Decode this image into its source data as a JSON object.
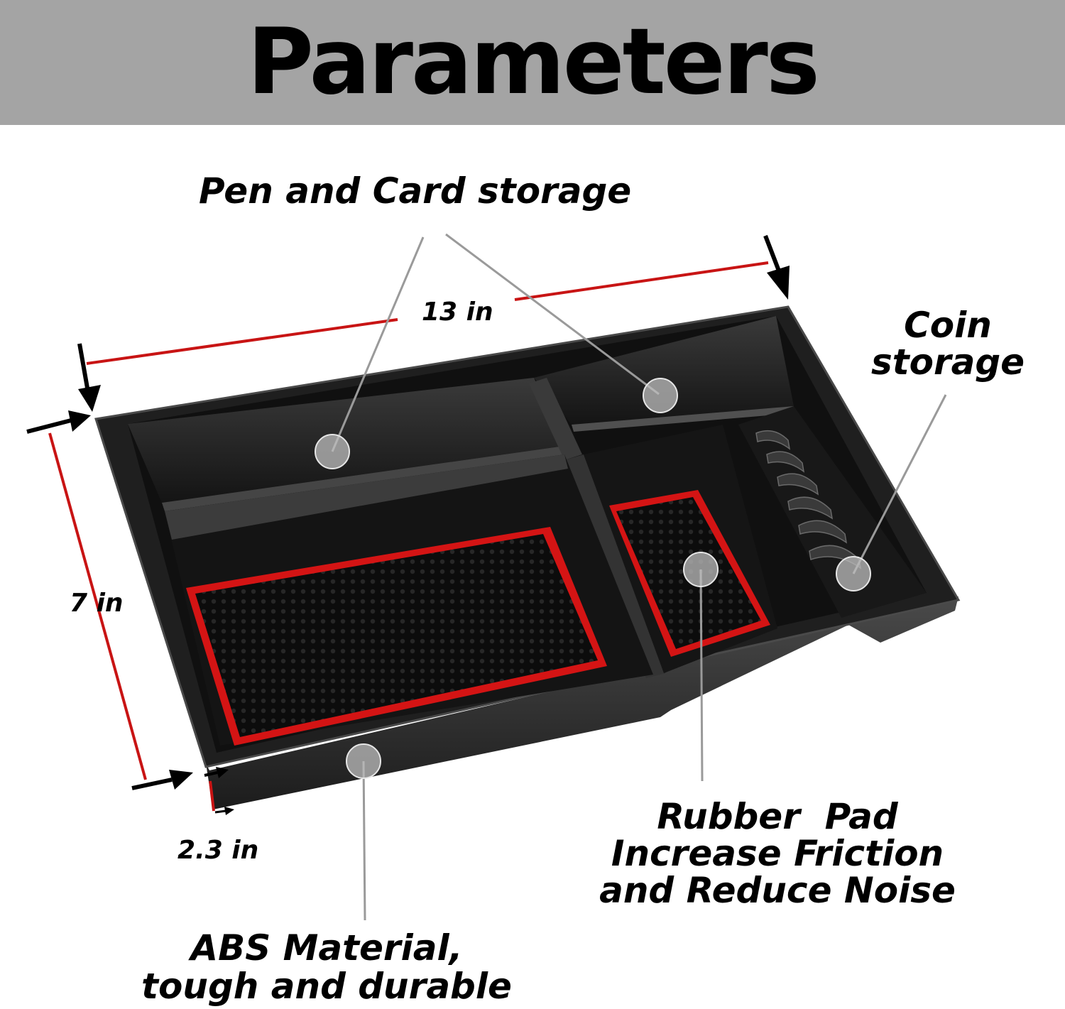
{
  "header": {
    "title": "Parameters"
  },
  "dimensions": {
    "length": "13 in",
    "width": "7 in",
    "height": "2.3 in"
  },
  "callouts": {
    "pen_card": "Pen and Card storage",
    "coin_line1": "Coin",
    "coin_line2": "storage",
    "rubber_line1": "Rubber  Pad",
    "rubber_line2": "Increase Friction",
    "rubber_line3": "and Reduce Noise",
    "abs_line1": "ABS Material,",
    "abs_line2": "tough and durable"
  },
  "colors": {
    "banner": "#a4a4a4",
    "tray": "#1a1a1a",
    "accent": "#d41414",
    "pointer": "#999999"
  }
}
